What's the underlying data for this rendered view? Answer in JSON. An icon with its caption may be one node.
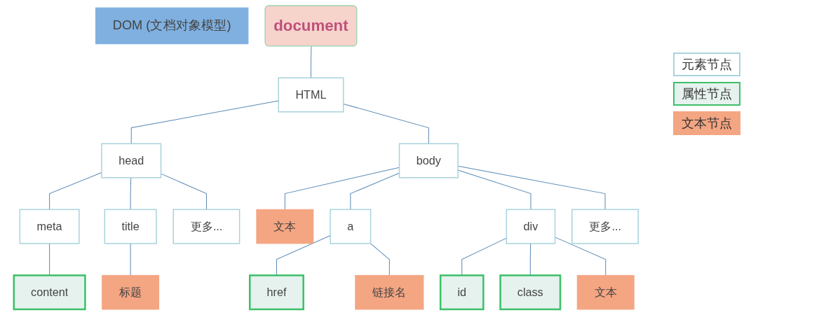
{
  "diagram": {
    "nodes": [
      {
        "text": [
          "DOM (文档对象模型)"
        ]
      },
      {
        "text": [
          "document"
        ]
      },
      {
        "text": [
          "HTML"
        ]
      },
      {
        "text": [
          "head"
        ]
      },
      {
        "text": [
          "body"
        ]
      },
      {
        "text": [
          "meta"
        ]
      },
      {
        "text": [
          "title"
        ]
      },
      {
        "text": [
          "更多..."
        ]
      },
      {
        "text": [
          "文本"
        ]
      },
      {
        "text": [
          "a"
        ]
      },
      {
        "text": [
          "div"
        ]
      },
      {
        "text": [
          "更多..."
        ]
      },
      {
        "text": [
          "content"
        ]
      },
      {
        "text": [
          "标题"
        ]
      },
      {
        "text": [
          "href"
        ]
      },
      {
        "text": [
          "链接名"
        ]
      },
      {
        "text": [
          "id"
        ]
      },
      {
        "text": [
          "class"
        ]
      },
      {
        "text": [
          "文本"
        ]
      }
    ],
    "edges": [
      {
        "from": 1,
        "to": 2,
        "arrow": "none"
      },
      {
        "from": 2,
        "to": 3,
        "arrow": "none"
      },
      {
        "from": 2,
        "to": 4,
        "arrow": "none"
      },
      {
        "from": 3,
        "to": 5,
        "arrow": "none"
      },
      {
        "from": 3,
        "to": 6,
        "arrow": "none"
      },
      {
        "from": 3,
        "to": 7,
        "arrow": "none"
      },
      {
        "from": 4,
        "to": 8,
        "arrow": "none"
      },
      {
        "from": 4,
        "to": 9,
        "arrow": "none"
      },
      {
        "from": 4,
        "to": 10,
        "arrow": "none"
      },
      {
        "from": 4,
        "to": 11,
        "arrow": "none"
      },
      {
        "from": 5,
        "to": 12,
        "arrow": "none"
      },
      {
        "from": 6,
        "to": 13,
        "arrow": "none"
      },
      {
        "from": 9,
        "to": 14,
        "arrow": "none"
      },
      {
        "from": 9,
        "to": 15,
        "arrow": "none"
      },
      {
        "from": 10,
        "to": 16,
        "arrow": "none"
      },
      {
        "from": 10,
        "to": 17,
        "arrow": "none"
      },
      {
        "from": 10,
        "to": 18,
        "arrow": "none"
      }
    ],
    "legend": [
      {
        "text": "元素节点",
        "color": "#ffffff"
      },
      {
        "text": "属性节点",
        "color": "#e6f2ee"
      },
      {
        "text": "文本节点",
        "color": "#f4a582"
      }
    ]
  }
}
